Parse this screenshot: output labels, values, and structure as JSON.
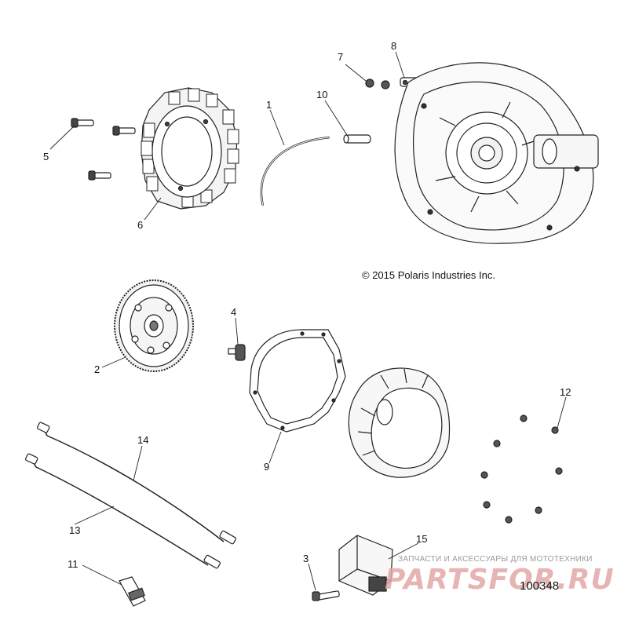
{
  "callouts": {
    "c1": "1",
    "c2": "2",
    "c3": "3",
    "c4": "4",
    "c5": "5",
    "c6": "6",
    "c7": "7",
    "c8": "8",
    "c9": "9",
    "c10": "10",
    "c11": "11",
    "c12": "12",
    "c13": "13",
    "c14": "14",
    "c15": "15"
  },
  "copyright": "© 2015 Polaris Industries Inc.",
  "document_number": "100348",
  "watermark": {
    "tagline": "ЗАПЧАСТИ И АКСЕССУАРЫ ДЛЯ МОТОТЕХНИКИ",
    "logo": "PARTSFOR.RU"
  }
}
